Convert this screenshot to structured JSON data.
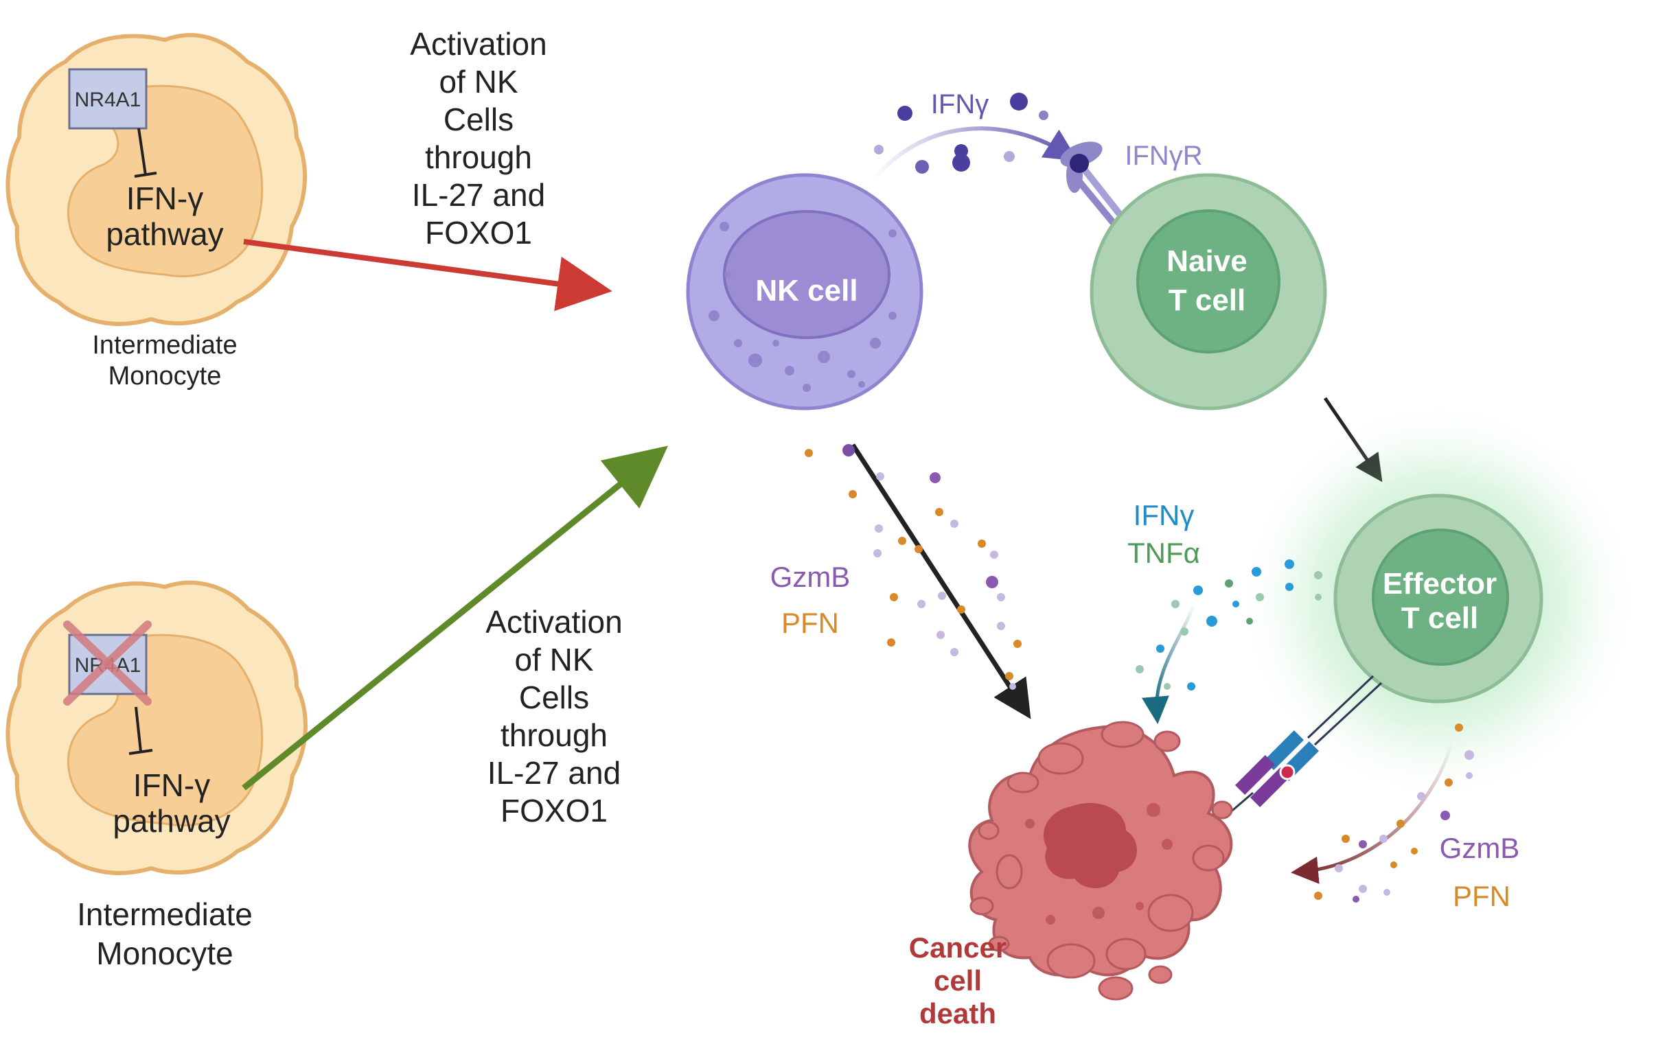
{
  "monocyte_top": {
    "box_label": "NR4A1",
    "pathway_lines": [
      "IFN-γ",
      "pathway"
    ],
    "caption_lines": [
      "Intermediate",
      "Monocyte"
    ]
  },
  "monocyte_bottom": {
    "box_label": "NR4A1",
    "pathway_lines": [
      "IFN-γ",
      "pathway"
    ],
    "caption_lines": [
      "Intermediate",
      "Monocyte"
    ]
  },
  "arrow_top_label": [
    "Activation",
    "of NK",
    "Cells",
    "through",
    "IL-27 and",
    "FOXO1"
  ],
  "arrow_bottom_label": [
    "Activation",
    "of NK",
    "Cells",
    "through",
    "IL-27 and",
    "FOXO1"
  ],
  "nk_cell": {
    "label": "NK cell"
  },
  "ifng_top": {
    "cytokine": "IFNγ",
    "receptor": "IFNγR"
  },
  "naive_t": {
    "lines": [
      "Naive",
      "T cell"
    ]
  },
  "effector_t": {
    "lines": [
      "Effector",
      "T cell"
    ]
  },
  "nk_secretion": {
    "gzmb": "GzmB",
    "pfn": "PFN"
  },
  "effector_cytokines": {
    "ifng": "IFNγ",
    "tnfa": "TNFα"
  },
  "effector_secretion": {
    "gzmb": "GzmB",
    "pfn": "PFN"
  },
  "cancer": {
    "lines": [
      "Cancer",
      "cell",
      "death"
    ]
  },
  "colors": {
    "monocyte_fill": "#FCE6BE",
    "monocyte_stroke": "#E4B06C",
    "nucleus_fill": "#F7CF96",
    "nr4a1_fill": "#C5CCE8",
    "red_arrow": "#CC3B33",
    "green_arrow": "#5E8A2A",
    "nk_fill": "#B2ACE6",
    "nk_nucleus": "#9C8CD4",
    "t_fill": "#AED3B4",
    "t_nucleus": "#6EB284",
    "ifng_purple": "#6358B0",
    "ifng_blue": "#1E8CC8",
    "tnfa_green": "#4E9A5A",
    "gzmb_purple": "#8A5AB0",
    "pfn_orange": "#D88A2A",
    "cancer_fill": "#D97A7C",
    "cancer_text": "#B03A3A"
  }
}
